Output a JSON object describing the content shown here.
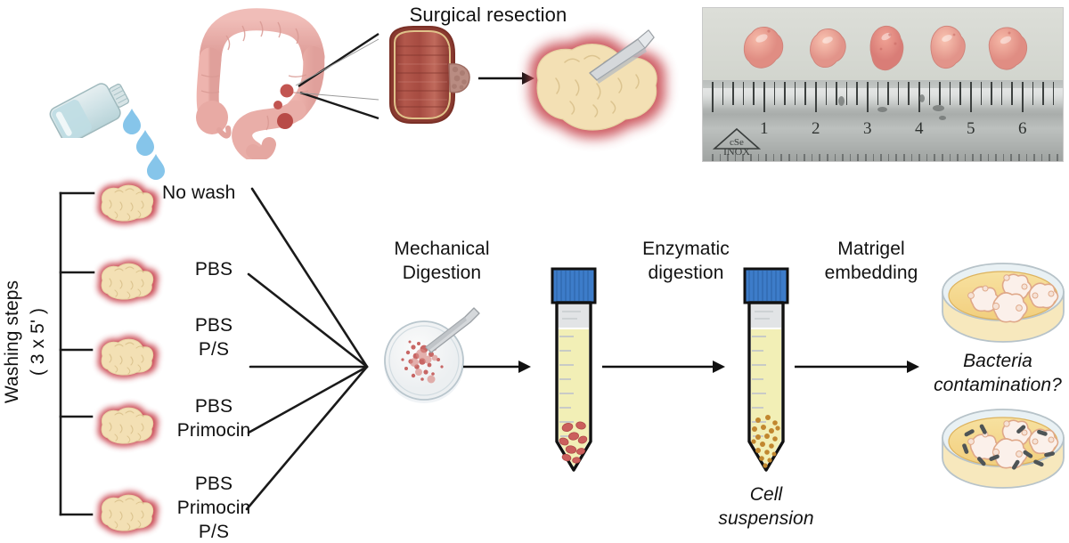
{
  "figure": {
    "title_top": "Surgical resection",
    "axis_label": "Washing steps\n( 3 x 5' )"
  },
  "wash_conditions": [
    {
      "label": "No wash"
    },
    {
      "label": "PBS"
    },
    {
      "label": "PBS\nP/S"
    },
    {
      "label": "PBS\nPrimocin"
    },
    {
      "label": "PBS\nPrimocin\nP/S"
    }
  ],
  "steps": {
    "mechanical": "Mechanical\nDigestion",
    "enzymatic": "Enzymatic\ndigestion",
    "matrigel": "Matrigel\nembedding"
  },
  "captions": {
    "cell_suspension": "Cell\nsuspension",
    "bacteria_question": "Bacteria\ncontamination?"
  },
  "photograph": {
    "specimen_count": 5,
    "ruler_numbers": [
      "1",
      "2",
      "3",
      "4",
      "5",
      "6"
    ],
    "ruler_brand": "cSe",
    "ruler_material": "INOX"
  },
  "colors": {
    "tissue_fill": "#f3e0b4",
    "tissue_edge": "#c8505a",
    "tube_liquid": "#f2efb6",
    "tube_cap": "#3d7cc9",
    "dish_media": "#f5d98e",
    "organoid": "#fbf0ea",
    "bacteria": "#4e5456",
    "droplet": "#86c5ea",
    "colon": "#e8a9a4",
    "line": "#1a1a1a"
  },
  "icons": {
    "wash_bottle": "wash-bottle-icon",
    "droplet": "water-droplet-icon",
    "colon": "colon-anatomy-icon",
    "bowel_segment": "bowel-segment-icon",
    "scalpel": "scalpel-icon",
    "petri_dish": "petri-dish-icon",
    "conical_tube": "conical-tube-icon",
    "arrow": "arrow-right-icon",
    "bacteria_rod": "bacteria-rod-icon",
    "organoid": "organoid-icon",
    "tissue_blob": "tissue-specimen-icon"
  }
}
